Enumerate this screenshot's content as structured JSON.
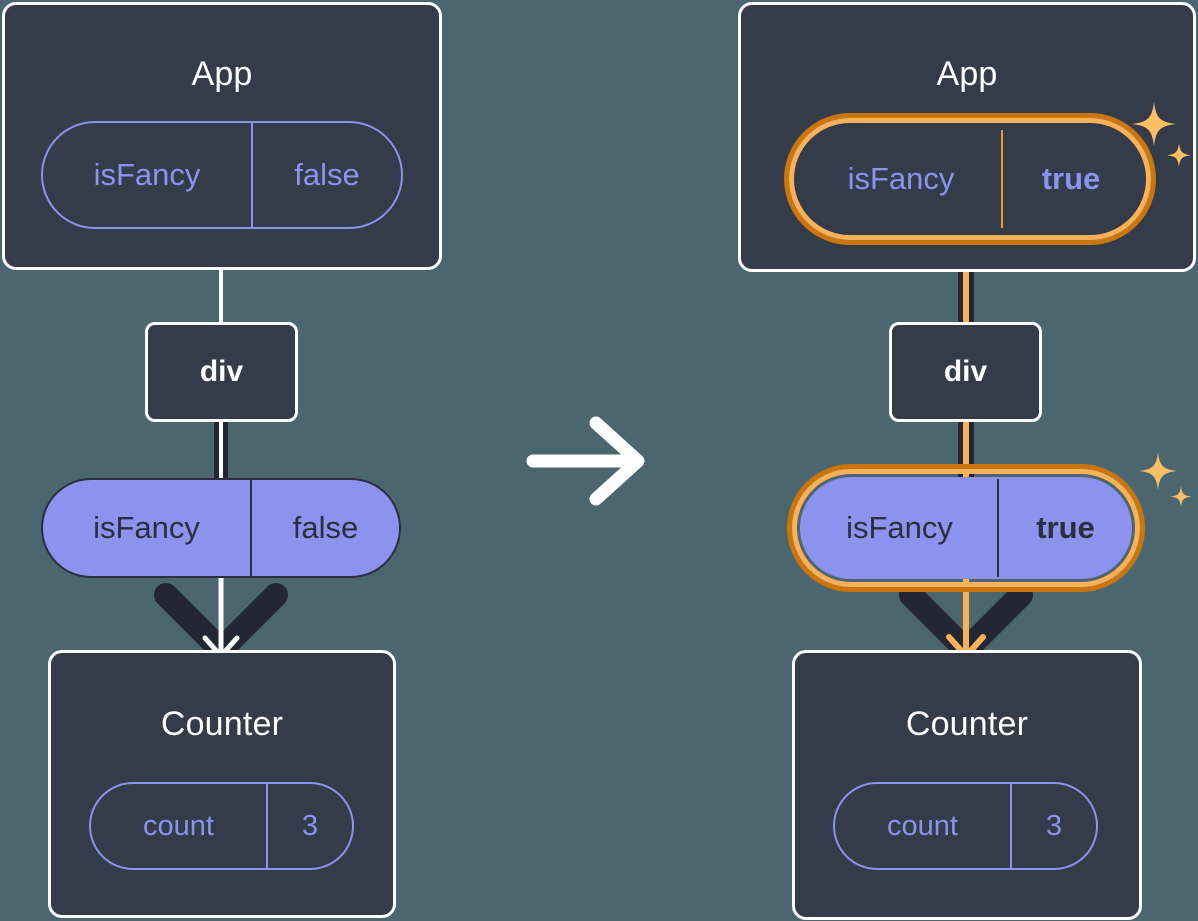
{
  "diagram": {
    "title_semantic": "react-state-propagation-before-after",
    "background_color": "#4b666e",
    "box_fill": "#343b49",
    "box_border": "#ffffff",
    "pill_purple": "#8b93ef",
    "pill_text_dark": "#2b2f3d",
    "highlight_outer": "#c9760f",
    "highlight_inner": "#f7b15a",
    "sparkle_color": "#fbbf63",
    "edge_dark": "#232733",
    "edge_light": "#ffffff"
  },
  "transition": {
    "arrow_icon": "arrow-right-icon",
    "glyph": "→"
  },
  "before": {
    "app": {
      "title": "App",
      "prop": {
        "key": "isFancy",
        "value": "false",
        "style": "outline",
        "highlighted": false
      }
    },
    "div": {
      "label": "div"
    },
    "prop_pill": {
      "key": "isFancy",
      "value": "false",
      "style": "filled",
      "highlighted": false
    },
    "counter": {
      "title": "Counter",
      "state": {
        "key": "count",
        "value": "3",
        "style": "outline",
        "highlighted": false
      }
    },
    "edges": {
      "app_to_div_color": "#ffffff",
      "div_to_pill_color": "#ffffff",
      "arrow_color": "#ffffff"
    }
  },
  "after": {
    "app": {
      "title": "App",
      "prop": {
        "key": "isFancy",
        "value": "true",
        "style": "outline",
        "highlighted": true
      }
    },
    "div": {
      "label": "div"
    },
    "prop_pill": {
      "key": "isFancy",
      "value": "true",
      "style": "filled",
      "highlighted": true
    },
    "counter": {
      "title": "Counter",
      "state": {
        "key": "count",
        "value": "3",
        "style": "outline",
        "highlighted": false
      }
    },
    "edges": {
      "app_to_div_color": "#f7b15a",
      "div_to_pill_color": "#f7b15a",
      "arrow_color": "#f7b15a"
    },
    "sparkle_icon": "sparkles-icon"
  }
}
